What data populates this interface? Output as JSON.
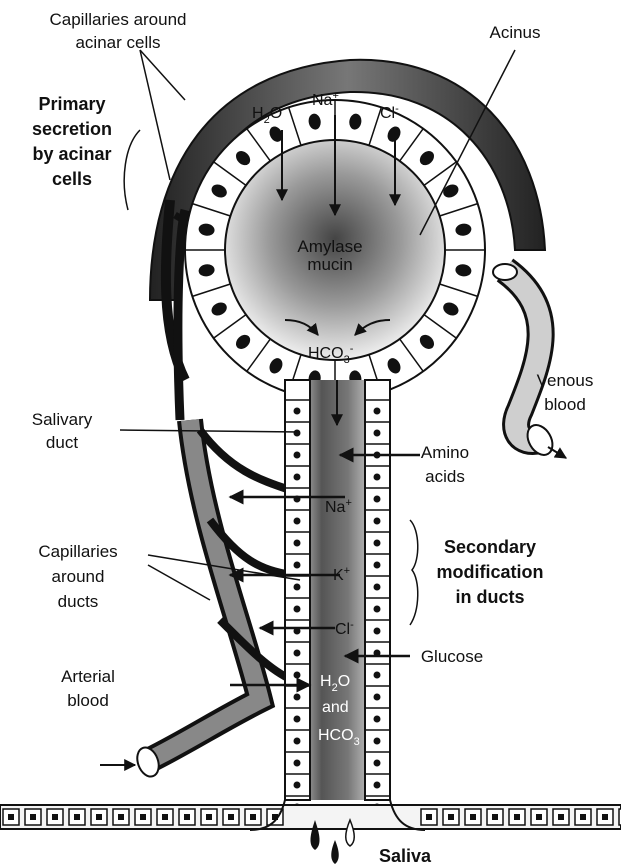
{
  "labels": {
    "capillaries_acinar_1": "Capillaries around",
    "capillaries_acinar_2": "acinar cells",
    "acinus": "Acinus",
    "primary_1": "Primary",
    "primary_2": "secretion",
    "primary_3": "by acinar",
    "primary_4": "cells",
    "h2o_top_main": "H",
    "h2o_top_sub": "2",
    "h2o_top_end": "O",
    "na_top_main": "Na",
    "na_top_sup": "+",
    "cl_top_main": "Cl",
    "cl_top_sup": "-",
    "amylase": "Amylase",
    "mucin": "mucin",
    "hco3_top_main": "HCO",
    "hco3_top_sub": "3",
    "hco3_top_sup": "-",
    "venous_1": "Venous",
    "venous_2": "blood",
    "salivary_1": "Salivary",
    "salivary_2": "duct",
    "amino_1": "Amino",
    "amino_2": "acids",
    "na_duct_main": "Na",
    "na_duct_sup": "+",
    "secondary_1": "Secondary",
    "secondary_2": "modification",
    "secondary_3": "in ducts",
    "capillaries_ducts_1": "Capillaries",
    "capillaries_ducts_2": "around",
    "capillaries_ducts_3": "ducts",
    "k_duct_main": "K",
    "k_duct_sup": "+",
    "cl_duct_main": "Cl",
    "cl_duct_sup": "-",
    "glucose": "Glucose",
    "arterial_1": "Arterial",
    "arterial_2": "blood",
    "h2o_duct_main": "H",
    "h2o_duct_sub": "2",
    "h2o_duct_end": "O",
    "and": "and",
    "hco3_duct_main": "HCO",
    "hco3_duct_sub": "3",
    "saliva": "Saliva"
  }
}
